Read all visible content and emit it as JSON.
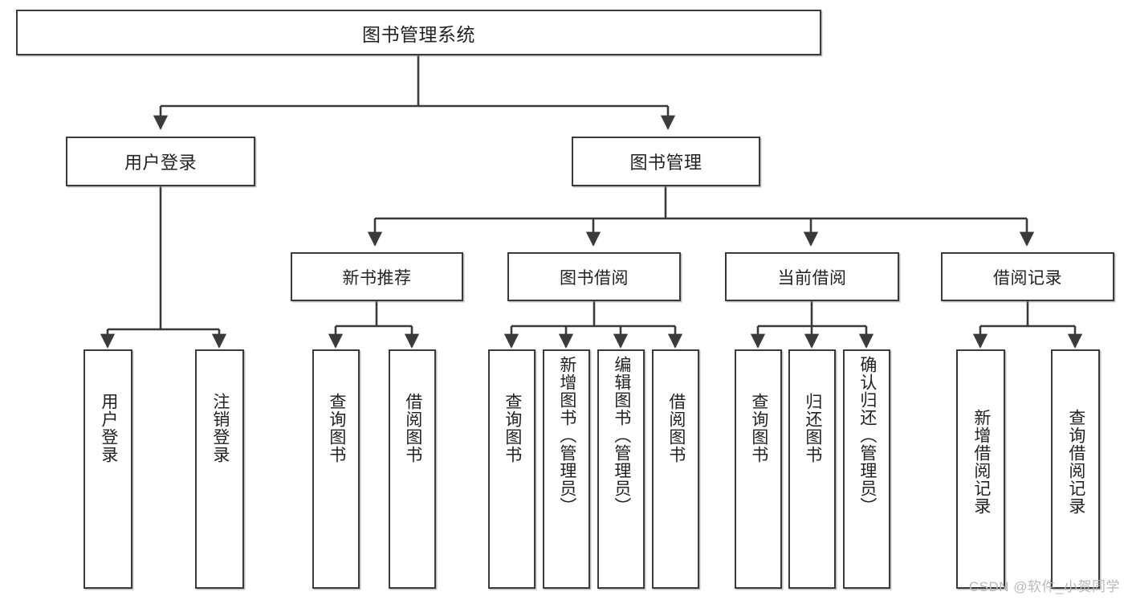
{
  "diagram": {
    "title": "图书管理系统",
    "type": "hierarchy-tree",
    "root": {
      "id": "root",
      "label": "图书管理系统"
    },
    "level2": [
      {
        "id": "user-login",
        "label": "用户登录"
      },
      {
        "id": "book-management",
        "label": "图书管理"
      }
    ],
    "level3": [
      {
        "id": "new-book-recommend",
        "label": "新书推荐",
        "parent": "book-management"
      },
      {
        "id": "book-borrow",
        "label": "图书借阅",
        "parent": "book-management"
      },
      {
        "id": "current-borrow",
        "label": "当前借阅",
        "parent": "book-management"
      },
      {
        "id": "borrow-record",
        "label": "借阅记录",
        "parent": "book-management"
      }
    ],
    "leaves": [
      {
        "id": "leaf-user-login",
        "label": "用户登录",
        "parent": "user-login"
      },
      {
        "id": "leaf-user-logout",
        "label": "注销登录",
        "parent": "user-login"
      },
      {
        "id": "leaf-query-book-1",
        "label": "查询图书",
        "parent": "new-book-recommend"
      },
      {
        "id": "leaf-borrow-book-1",
        "label": "借阅图书",
        "parent": "new-book-recommend"
      },
      {
        "id": "leaf-query-book-2",
        "label": "查询图书",
        "parent": "book-borrow"
      },
      {
        "id": "leaf-add-book",
        "label": "新增图书（管理员）",
        "parent": "book-borrow"
      },
      {
        "id": "leaf-edit-book",
        "label": "编辑图书（管理员）",
        "parent": "book-borrow"
      },
      {
        "id": "leaf-borrow-book-2",
        "label": "借阅图书",
        "parent": "book-borrow"
      },
      {
        "id": "leaf-query-book-3",
        "label": "查询图书",
        "parent": "current-borrow"
      },
      {
        "id": "leaf-return-book",
        "label": "归还图书",
        "parent": "current-borrow"
      },
      {
        "id": "leaf-confirm-return",
        "label": "确认归还（管理员）",
        "parent": "current-borrow"
      },
      {
        "id": "leaf-add-record",
        "label": "新增借阅记录",
        "parent": "borrow-record"
      },
      {
        "id": "leaf-query-record",
        "label": "查询借阅记录",
        "parent": "borrow-record"
      }
    ],
    "colors": {
      "box_border": "#3a3a3a",
      "box_fill": "#ffffff",
      "connector": "#3a3a3a",
      "text": "#222222",
      "watermark": "#b9b9b9",
      "background": "#ffffff"
    }
  },
  "watermark": {
    "text": "CSDN @软件_小贺同学"
  }
}
